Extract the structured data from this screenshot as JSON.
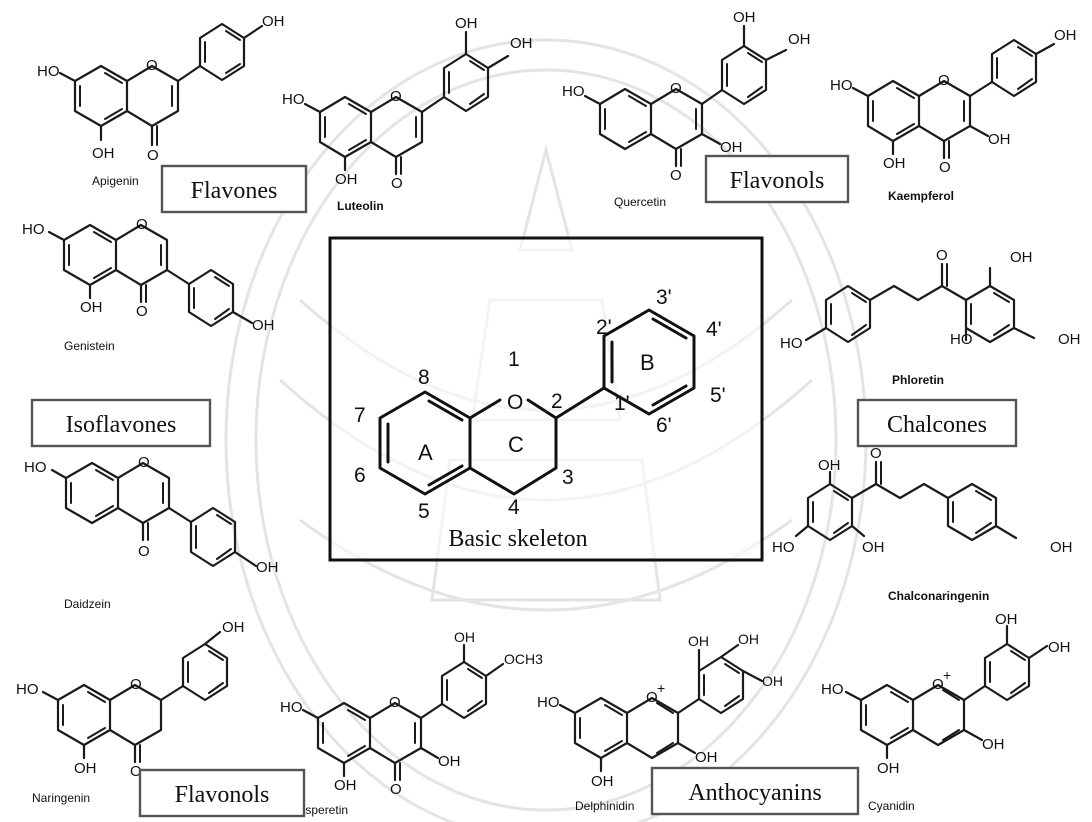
{
  "classes": {
    "flavones": "Flavones",
    "flavonols_top": "Flavonols",
    "isoflavones": "Isoflavones",
    "chalcones": "Chalcones",
    "flavonols_bottom": "Flavonols",
    "anthocyanins": "Anthocyanins"
  },
  "compounds": {
    "apigenin": "Apigenin",
    "luteolin": "Luteolin",
    "quercetin": "Quercetin",
    "kaempferol": "Kaempferol",
    "genistein": "Genistein",
    "phloretin": "Phloretin",
    "daidzein": "Daidzein",
    "chalconaringenin": "Chalconaringenin",
    "naringenin": "Naringenin",
    "hesperetin": "Hesperetin",
    "delphinidin": "Delphinidin",
    "cyanidin": "Cyanidin"
  },
  "atoms": {
    "oh": "OH",
    "ho": "HO",
    "o": "O",
    "o_plus": "O",
    "plus": "+",
    "och3": "OCH3"
  },
  "skeleton": {
    "title": "Basic skeleton",
    "ring_a": "A",
    "ring_b": "B",
    "ring_c": "C",
    "o_atom": "O",
    "positions": {
      "p1": "1",
      "p2": "2",
      "p3": "3",
      "p4": "4",
      "p5": "5",
      "p6": "6",
      "p7": "7",
      "p8": "8",
      "p1p": "1'",
      "p2p": "2'",
      "p3p": "3'",
      "p4p": "4'",
      "p5p": "5'",
      "p6p": "6'"
    }
  },
  "colors": {
    "ink": "#111111",
    "box_border": "#555555",
    "watermark": "#e4e4e4",
    "background": "#ffffff"
  }
}
